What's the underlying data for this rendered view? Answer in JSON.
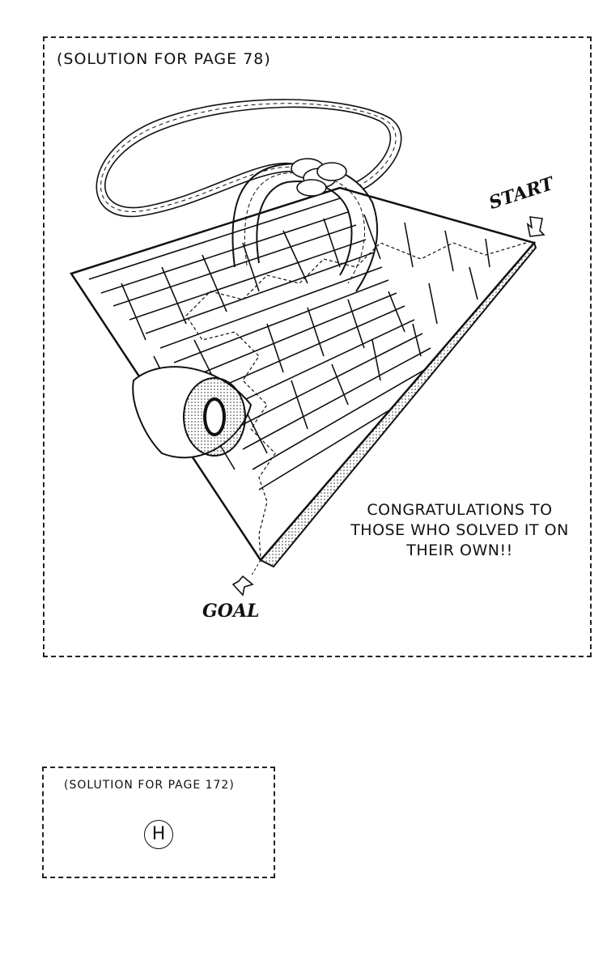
{
  "top_panel": {
    "caption": "(SOLUTION FOR PAGE 78)",
    "start_label": "START",
    "goal_label": "GOAL",
    "message": "CONGRATULATIONS TO THOSE WHO SOLVED IT ON THEIR OWN!!"
  },
  "bottom_panel": {
    "caption": "(SOLUTION FOR PAGE 172)",
    "answer": "H"
  }
}
